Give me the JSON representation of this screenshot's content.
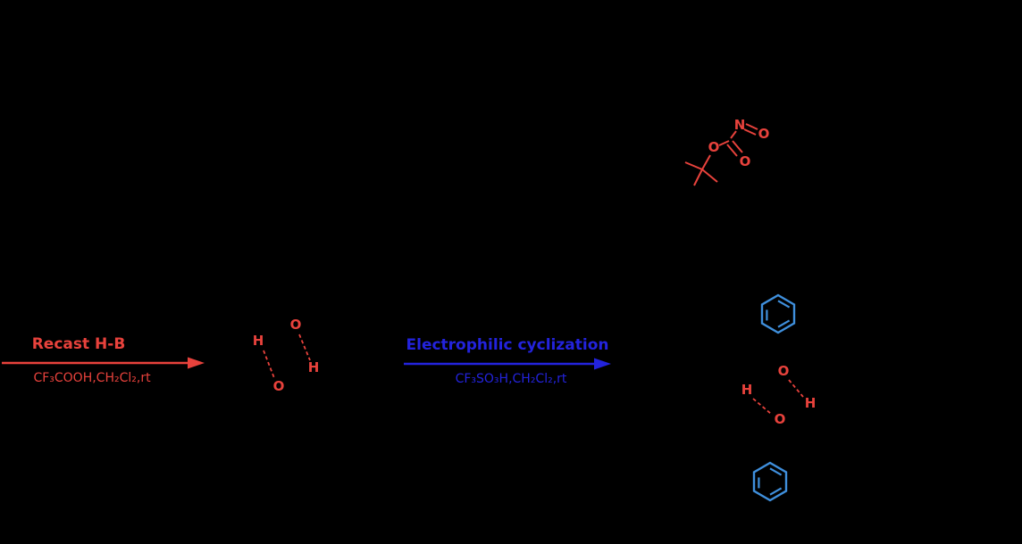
{
  "colors": {
    "background": "#000000",
    "red": "#e8423c",
    "blue": "#2323dd",
    "ring_blue": "#3f8fdc"
  },
  "step1": {
    "label": "Recast H-B",
    "reagents": "CF₃COOH,CH₂Cl₂,rt"
  },
  "step2": {
    "label": "Electrophilic cyclization",
    "reagents": "CF₃SO₃H,CH₂Cl₂,rt"
  },
  "left_hbond": {
    "h1": "H",
    "o1": "O",
    "o2": "O",
    "h2": "H"
  },
  "right_hbond": {
    "o1": "O",
    "h1": "H",
    "o2": "O",
    "h2": "H"
  },
  "boc_fragment": {
    "n": "N",
    "o_nitroso": "O",
    "o_ester": "O",
    "o_carbonyl": "O"
  }
}
